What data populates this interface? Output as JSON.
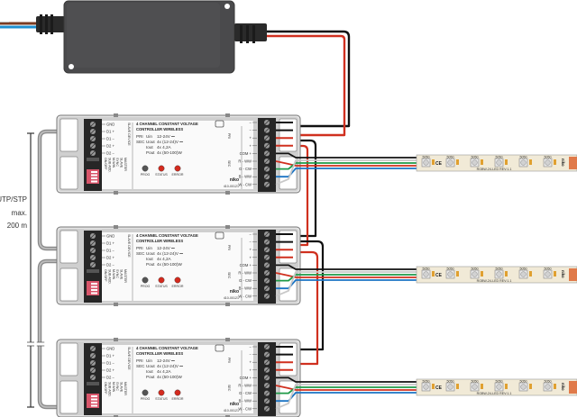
{
  "diagram": {
    "title": "4 channel constant voltage controller wireless wiring diagram",
    "distance_label": {
      "line1": "UTP/STP",
      "line2": "max.",
      "line3": "200 m"
    },
    "power_supply": {
      "name": "power-supply",
      "body_color": "#4a4a4c",
      "input_wires": [
        "#7a3b22",
        "#1e8fd0"
      ],
      "output_wires": [
        "#111111",
        "#d0301f"
      ]
    },
    "controllers": [
      {
        "id": "controller-1"
      },
      {
        "id": "controller-2"
      },
      {
        "id": "controller-3"
      }
    ],
    "controller": {
      "title_line1": "4 CHANNEL CONSTANT VOLTAGE",
      "title_line2": "CONTROLLER WIRELESS",
      "spec_pri_label": "PRI",
      "spec_pri_sym": "Uin",
      "spec_pri_val": "12-24V ⎓",
      "spec_sec_label": "SEC",
      "spec_uout_sym": "Uout",
      "spec_uout_val": "4x (12-24)V ⎓",
      "spec_iout_sym": "Iout",
      "spec_iout_val": "4x 4,2A",
      "spec_pout_sym": "Pout",
      "spec_pout_val": "4x (50-100)W",
      "brand": "niko",
      "part_number": "410-00121",
      "led_labels": [
        "PROG",
        "STATUS",
        "ERROR"
      ],
      "led_colors": [
        "#555555",
        "#d42a1e",
        "#d42a1e"
      ],
      "left_terminals": [
        "GND",
        "D1 +",
        "D1 −",
        "D2 +",
        "D2 −"
      ],
      "left_side_label": "SLAVE DEVICE",
      "dip_labels": [
        "ON/OFF",
        "SUB ADD.",
        "M-WIN",
        "SYNC",
        "SLAVE",
        "MASTER"
      ],
      "pri_side_label": "PRI",
      "sec_side_label": "SEC",
      "right_terminals": [
        "−",
        "−",
        "+",
        "+",
        "COM +",
        "R - WW",
        "G - CW",
        "B - WW",
        "W - CW"
      ]
    },
    "led_strips": [
      {
        "id": "strip-1",
        "marking": "RGBW-24-LED  REV:1.1",
        "ce": "CE",
        "brand_mark": "niko"
      },
      {
        "id": "strip-2",
        "marking": "RGBW-24-LED  REV:1.1",
        "ce": "CE",
        "brand_mark": "niko"
      },
      {
        "id": "strip-3",
        "marking": "RGBW-24-LED  REV:1.1",
        "ce": "CE",
        "brand_mark": "niko"
      }
    ],
    "led_chip_label": "5050",
    "colors": {
      "wire_red": "#d0301f",
      "wire_black": "#111111",
      "wire_green": "#1f9a48",
      "wire_blue": "#1b74c4",
      "wire_white": "#f2f2f2",
      "controller_body": "#dcdcdc",
      "terminal_block": "#262626",
      "dip_switch": "#d8556a",
      "strip_body": "#f1ead7",
      "utp_cable": "#8a8a8a"
    }
  }
}
